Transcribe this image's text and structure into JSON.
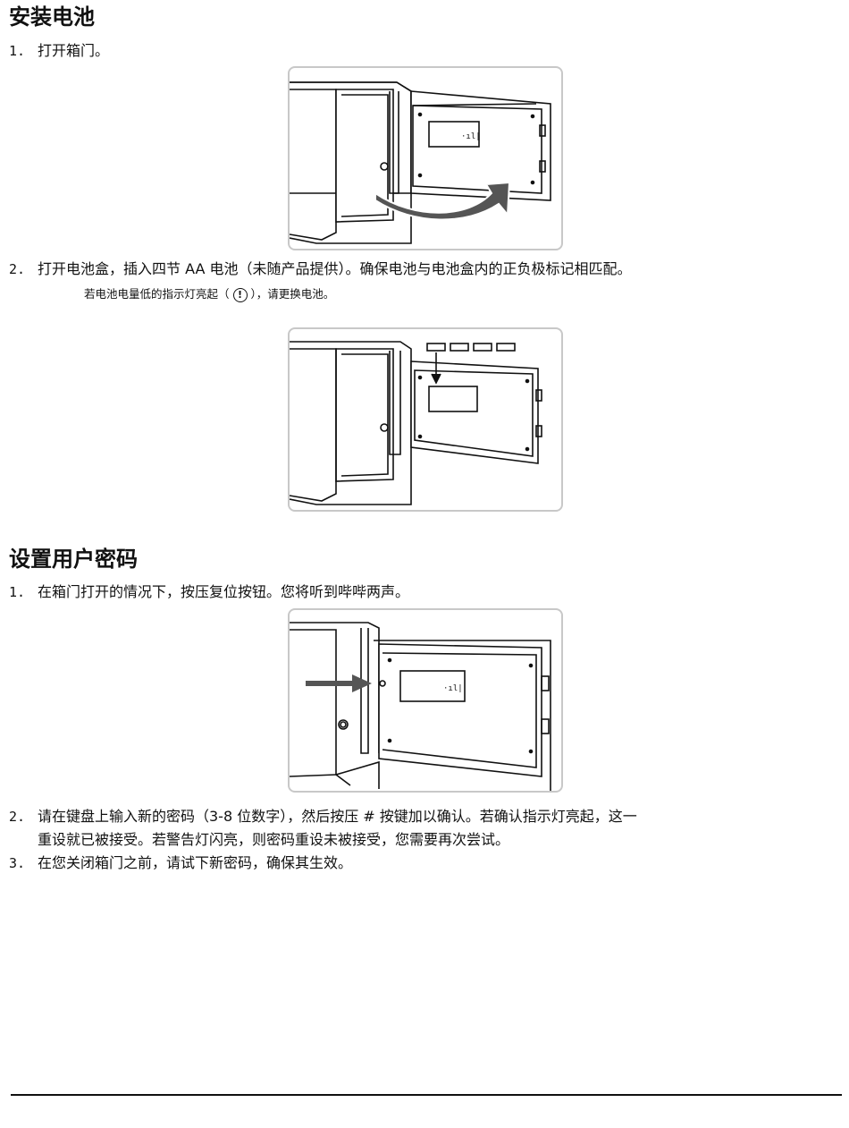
{
  "section1": {
    "heading": "安装电池",
    "step1": {
      "num": "1.",
      "text": "打开箱门。"
    },
    "step2": {
      "num": "2.",
      "text": "打开电池盒，插入四节 AA 电池（未随产品提供）。确保电池与电池盒内的正负极标记相匹配。"
    },
    "note_before": "若电池电量低的指示灯亮起（",
    "note_icon": "!",
    "note_after": "），请更换电池。"
  },
  "section2": {
    "heading": "设置用户密码",
    "step1": {
      "num": "1.",
      "text": "在箱门打开的情况下，按压复位按钮。您将听到哔哔两声。"
    },
    "step2": {
      "num": "2.",
      "text_line1": "请在键盘上输入新的密码（3-8 位数字），然后按压 # 按键加以确认。若确认指示灯亮起，这一",
      "text_line2": "重设就已被接受。若警告灯闪亮，则密码重设未被接受，您需要再次尝试。"
    },
    "step3": {
      "num": "3.",
      "text": "在您关闭箱门之前，请试下新密码，确保其生效。"
    }
  },
  "figures": {
    "fig1_icon": "safe-door-open-arrow-illustration",
    "fig2_icon": "battery-insert-illustration",
    "fig3_icon": "reset-button-illustration",
    "fig1_display_text": "·ıl|",
    "fig3_display_text": "·ıl|"
  }
}
